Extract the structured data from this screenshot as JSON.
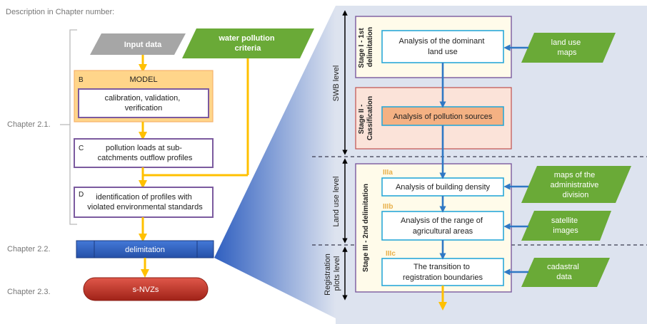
{
  "header": {
    "description": "Description in Chapter number:"
  },
  "chapters": {
    "c21": "Chapter 2.1.",
    "c22": "Chapter 2.2.",
    "c23": "Chapter 2.3."
  },
  "left": {
    "input_data": "Input data",
    "water_criteria": [
      "water pollution",
      "criteria"
    ],
    "model_letter": "B",
    "model_title": "MODEL",
    "calibration": [
      "calibration, validation,",
      "verification"
    ],
    "pollution_letter": "C",
    "pollution_loads": [
      "pollution loads at sub-",
      "catchments outflow profiles"
    ],
    "identification_letter": "D",
    "identification": [
      "identification of profiles with",
      "violated environmental standards"
    ],
    "delimitation": "delimitation",
    "snvz": "s-NVZs"
  },
  "levels": {
    "swb": "SWB level",
    "land_use": "Land use level",
    "registration": [
      "Registration",
      "plots level"
    ]
  },
  "stages": {
    "stage1": [
      "Stage I - 1st",
      "delimitation"
    ],
    "stage2": [
      "Stage II -",
      "Cassification"
    ],
    "stage3": "Stage III - 2nd delimitation"
  },
  "steps": {
    "dominant": [
      "Analysis of the dominant",
      "land use"
    ],
    "sources": "Analysis of pollution sources",
    "IIIa_tag": "IIIa",
    "density": "Analysis of building density",
    "IIIb_tag": "IIIb",
    "agricultural": [
      "Analysis of the range of",
      "agricultural areas"
    ],
    "IIIc_tag": "IIIc",
    "transition": [
      "The transition to",
      "registration boundaries"
    ]
  },
  "sources": {
    "land_use_maps": [
      "land use",
      "maps"
    ],
    "admin_maps": [
      "maps of the",
      "administrative",
      "division"
    ],
    "satellite": [
      "satellite",
      "images"
    ],
    "cadastral": [
      "cadastral",
      "data"
    ]
  },
  "colors": {
    "gray": "#a6a6a6",
    "green": "#6aaa37",
    "orange_fill": "#ffd58a",
    "purple": "#7b5a9f",
    "yellow_arrow": "#ffc000",
    "blue_arrow": "#2f78c4",
    "panel_bg": "#dde3ef",
    "cyan_border": "#2aa8d8",
    "salmon": "#f4b183",
    "red_pill": "#c0392b",
    "dark_blue_bar": "#3060c0"
  }
}
